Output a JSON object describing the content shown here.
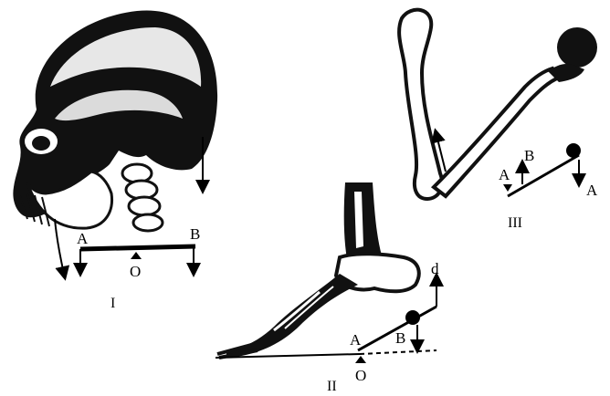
{
  "figure_I": {
    "label_A": "A",
    "label_B": "B",
    "label_O": "O",
    "numeral": "I"
  },
  "figure_II": {
    "label_A": "A",
    "label_B": "B",
    "label_O": "O",
    "label_d": "d",
    "numeral": "II"
  },
  "figure_III": {
    "label_A": "A",
    "label_B": "B",
    "label_A_right": "A",
    "numeral": "III"
  },
  "colors": {
    "ink": "#000000",
    "paper": "#ffffff"
  }
}
